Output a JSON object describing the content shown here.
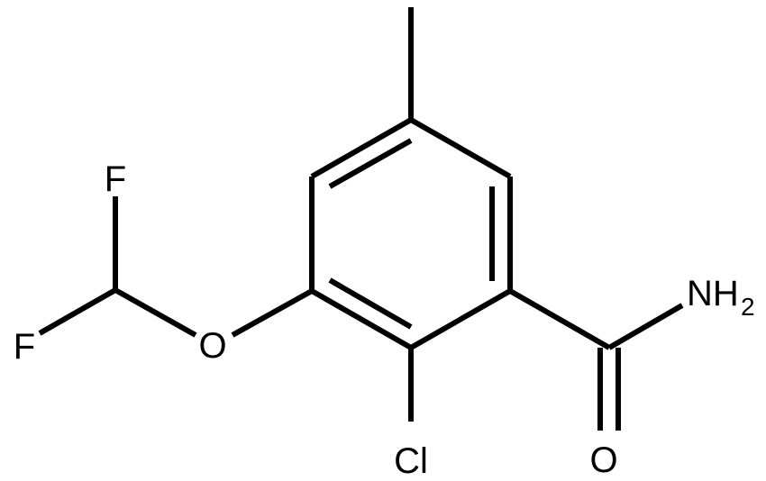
{
  "molecule": {
    "atoms": {
      "fluorine_top": "F",
      "fluorine_left": "F",
      "oxygen_ether": "O",
      "chlorine": "Cl",
      "nitrogen_amide": "NH",
      "nitrogen_subscript": "2",
      "oxygen_carbonyl": "O"
    }
  }
}
